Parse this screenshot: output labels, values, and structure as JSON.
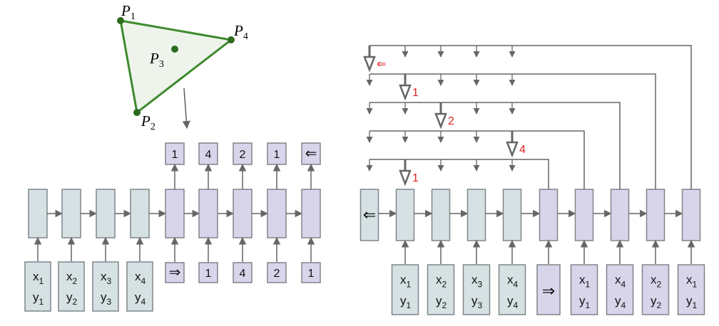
{
  "triangle": {
    "points": [
      {
        "name": "P",
        "sub": "1"
      },
      {
        "name": "P",
        "sub": "2"
      },
      {
        "name": "P",
        "sub": "3"
      },
      {
        "name": "P",
        "sub": "4"
      }
    ]
  },
  "left_network": {
    "encoder_inputs": [
      {
        "x": "x",
        "xs": "1",
        "y": "y",
        "ys": "1"
      },
      {
        "x": "x",
        "xs": "2",
        "y": "y",
        "ys": "2"
      },
      {
        "x": "x",
        "xs": "3",
        "y": "y",
        "ys": "3"
      },
      {
        "x": "x",
        "xs": "4",
        "y": "y",
        "ys": "4"
      }
    ],
    "decoder_inputs": [
      "⇒",
      "1",
      "4",
      "2",
      "1"
    ],
    "decoder_outputs": [
      "1",
      "4",
      "2",
      "1",
      "⇐"
    ]
  },
  "right_network": {
    "end_token": "⇐",
    "encoder_inputs": [
      {
        "x": "x",
        "xs": "1",
        "y": "y",
        "ys": "1"
      },
      {
        "x": "x",
        "xs": "2",
        "y": "y",
        "ys": "2"
      },
      {
        "x": "x",
        "xs": "3",
        "y": "y",
        "ys": "3"
      },
      {
        "x": "x",
        "xs": "4",
        "y": "y",
        "ys": "4"
      }
    ],
    "start_token": "⇒",
    "decoder_inputs": [
      {
        "x": "x",
        "xs": "1",
        "y": "y",
        "ys": "1"
      },
      {
        "x": "x",
        "xs": "4",
        "y": "y",
        "ys": "4"
      },
      {
        "x": "x",
        "xs": "2",
        "y": "y",
        "ys": "2"
      },
      {
        "x": "x",
        "xs": "1",
        "y": "y",
        "ys": "1"
      }
    ],
    "pointer_labels": [
      "⇐",
      "1",
      "2",
      "4",
      "1"
    ]
  },
  "colors": {
    "encoder": "#d5e1e3",
    "decoder": "#d8d5eb",
    "border": "#7f8589",
    "arrow": "#666666",
    "triangle_stroke": "#3f8a2e",
    "triangle_fill": "#eef4ec",
    "point_fill": "#2d6b1f",
    "pointer_label": "#dd2222"
  }
}
